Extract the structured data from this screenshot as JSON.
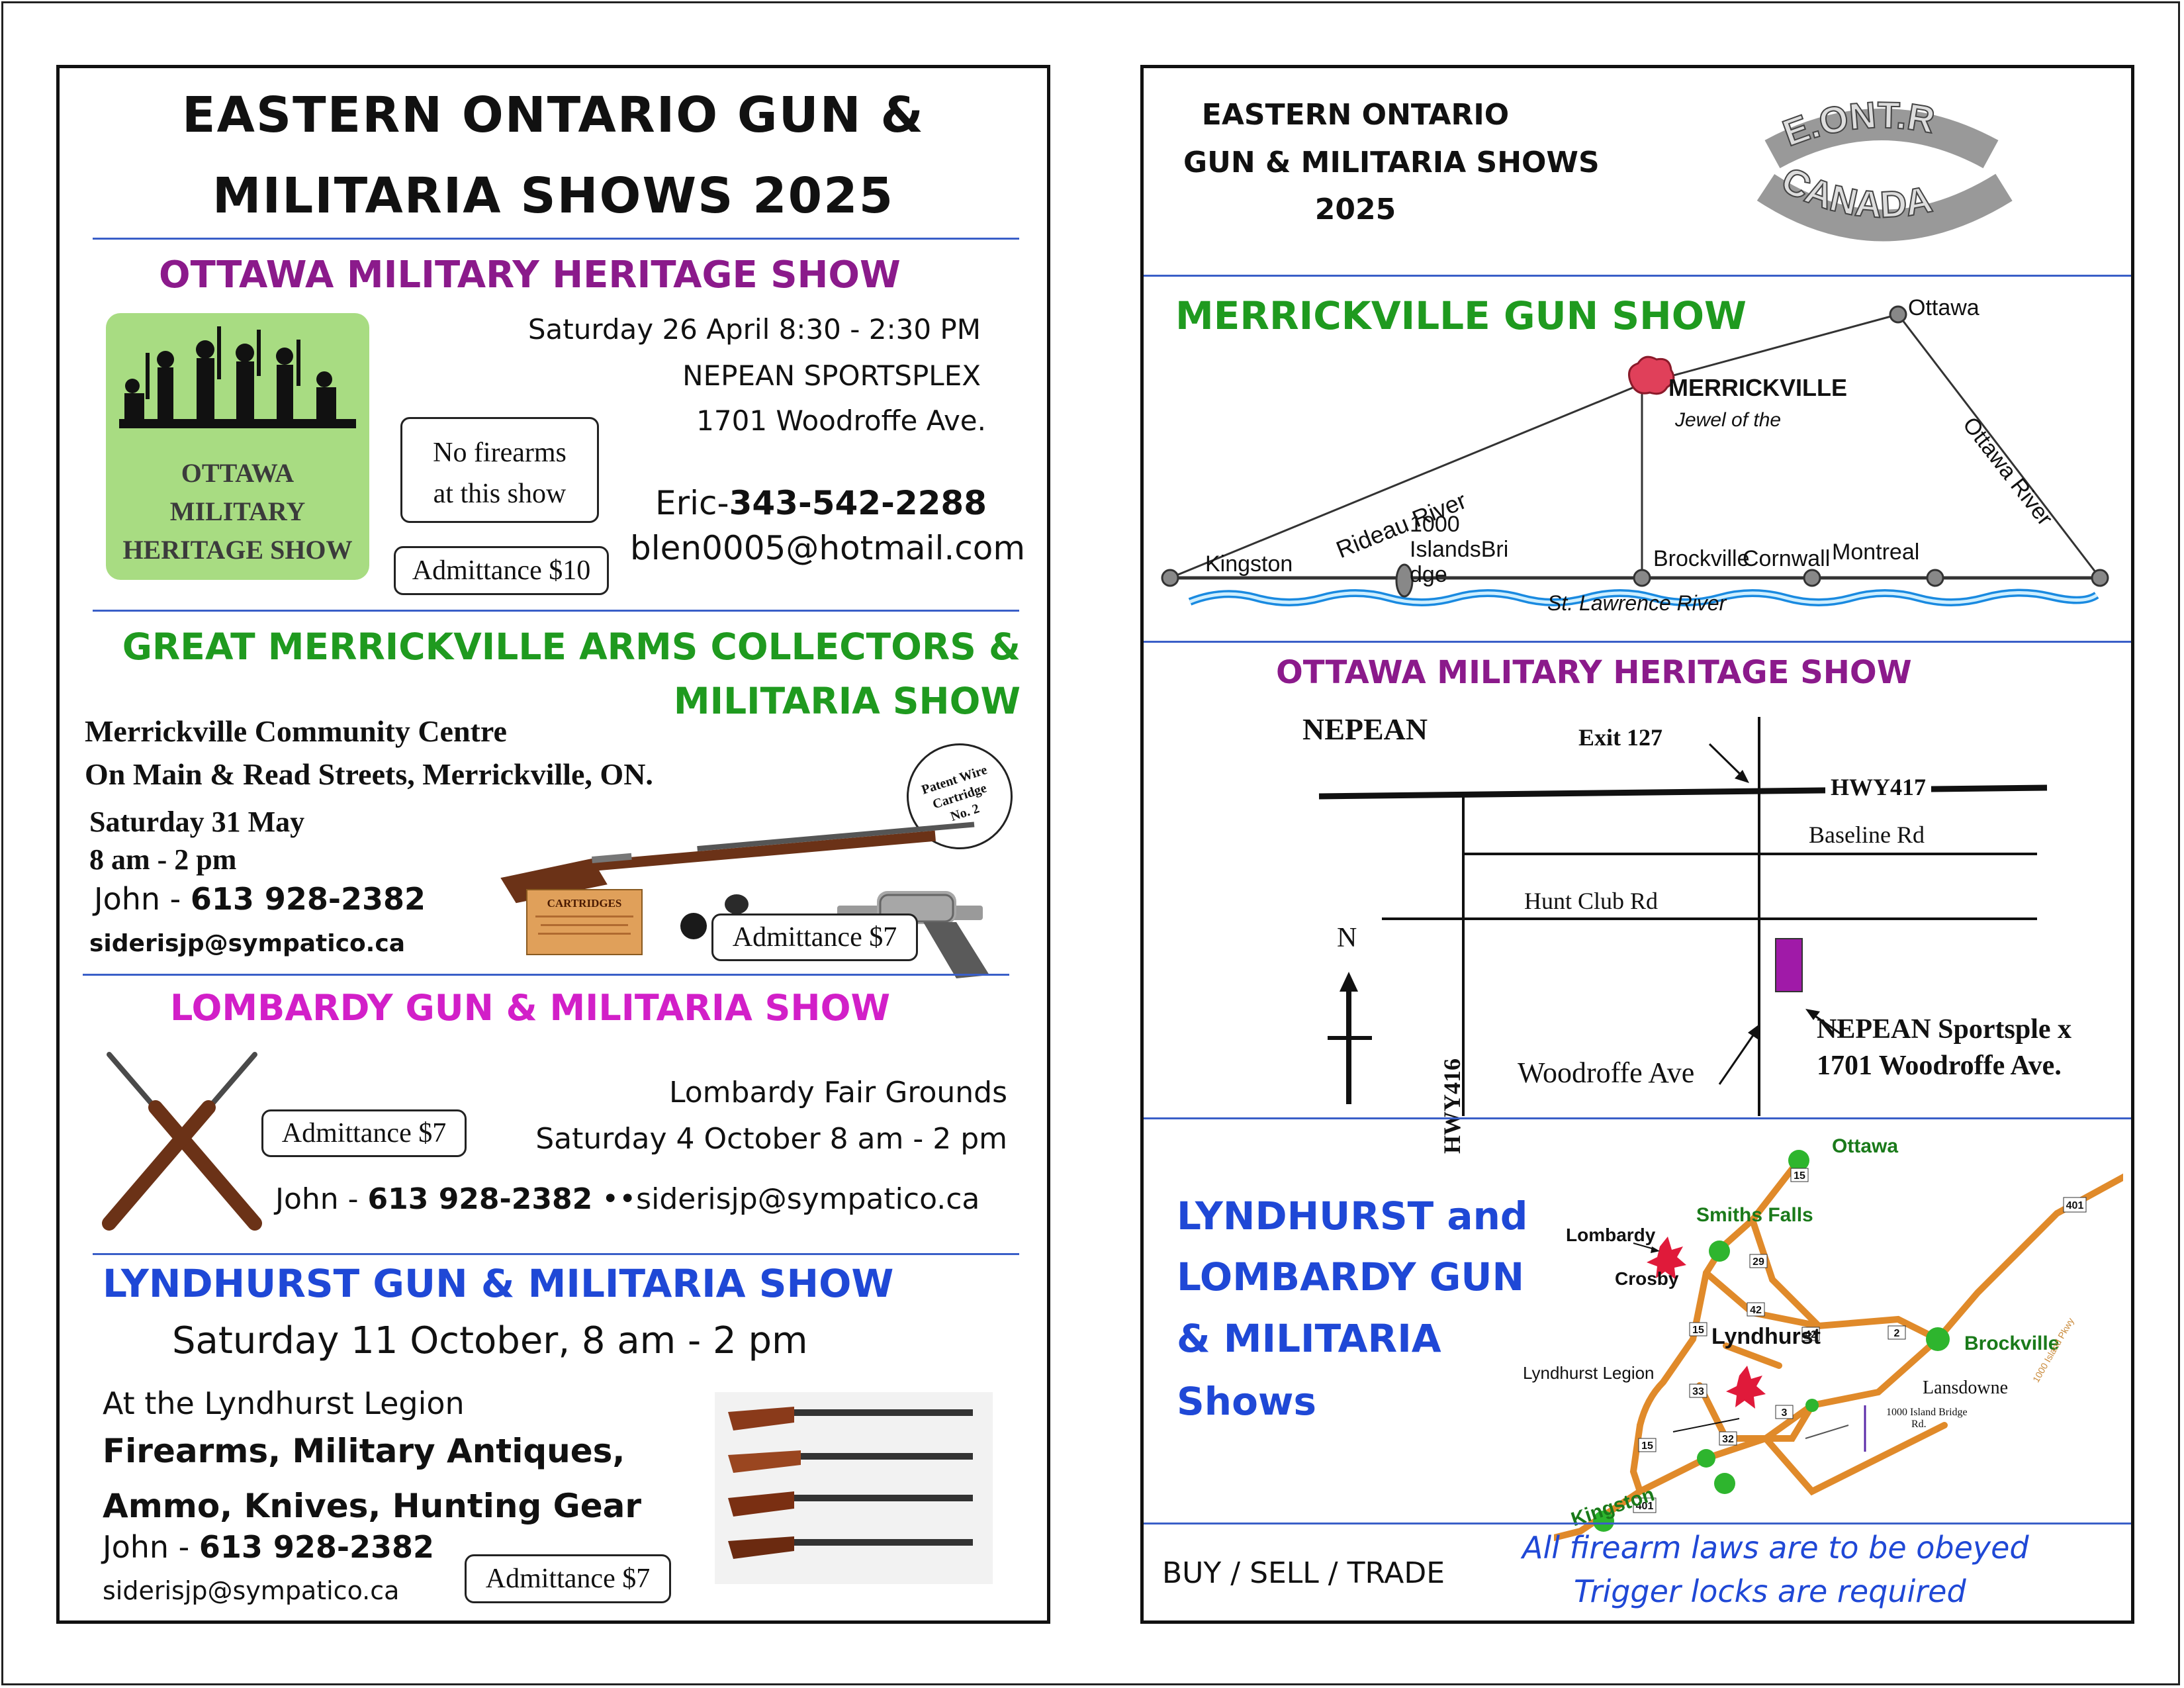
{
  "left": {
    "title_line1": "EASTERN ONTARIO GUN &",
    "title_line2": "MILITARIA SHOWS 2025",
    "ottawa": {
      "heading": "OTTAWA MILITARY HERITAGE SHOW",
      "logo_line1": "OTTAWA",
      "logo_line2": "MILITARY",
      "logo_line3": "HERITAGE SHOW",
      "date": "Saturday 26 April  8:30 - 2:30 PM",
      "venue": "NEPEAN SPORTSPLEX",
      "address": "1701 Woodroffe Ave.",
      "no_firearms_line1": "No firearms",
      "no_firearms_line2": "at this show",
      "contact_name": "Eric-",
      "contact_phone": "343-542-2288",
      "email": "blen0005@hotmail.com",
      "admittance": "Admittance $10"
    },
    "merrickville": {
      "heading_line1": "GREAT MERRICKVILLE ARMS COLLECTORS &",
      "heading_line2": "MILITARIA SHOW",
      "venue": "Merrickville Community Centre",
      "address": "On Main & Read Streets, Merrickville, ON.",
      "date": "Saturday 31 May",
      "time": "8 am - 2 pm",
      "contact_name": "John - ",
      "contact_phone": "613 928-2382",
      "email": "siderisjp@sympatico.ca",
      "admittance": "Admittance $7",
      "stamp_line1": "Patent Wire",
      "stamp_line2": "Cartridge",
      "stamp_line3": "No. 2",
      "box_label": "CARTRIDGES"
    },
    "lombardy": {
      "heading": "LOMBARDY GUN & MILITARIA  SHOW",
      "venue": "Lombardy Fair Grounds",
      "date": "Saturday 4 October 8 am - 2 pm",
      "contact_name": "John - ",
      "contact_phone": "613 928-2382",
      "contact_sep": " ••",
      "email": "siderisjp@sympatico.ca",
      "admittance": "Admittance $7"
    },
    "lyndhurst": {
      "heading": "LYNDHURST GUN & MILITARIA SHOW",
      "date": "Saturday 11 October, 8 am - 2 pm",
      "venue": "At the Lyndhurst Legion",
      "items_line1": "Firearms, Military Antiques,",
      "items_line2": "Ammo, Knives, Hunting Gear",
      "contact_name": "John - ",
      "contact_phone": "613 928-2382",
      "email": "siderisjp@sympatico.ca",
      "admittance": "Admittance $7"
    }
  },
  "right": {
    "title_line1": "EASTERN ONTARIO",
    "title_line2": "GUN & MILITARIA SHOWS",
    "title_line3": "2025",
    "badge_top": "E.ONT.R",
    "badge_bottom": "CANADA",
    "merrickville_map": {
      "heading": "MERRICKVILLE GUN SHOW",
      "ottawa": "Ottawa",
      "ottawa_river": "Ottawa River",
      "merrickville": "MERRICKVILLE",
      "jewel": "Jewel of the",
      "rideau": "Rideau River",
      "kingston": "Kingston",
      "islands_line1": "1000",
      "islands_line2": "IslandsBri",
      "islands_line3": "dge",
      "brockville": "Brockville",
      "cornwall": "Cornwall",
      "montreal": "Montreal",
      "st_lawrence": "St. Lawrence River"
    },
    "nepean_map": {
      "heading": "OTTAWA MILITARY HERITAGE SHOW",
      "nepean": "NEPEAN",
      "exit": "Exit 127",
      "hwy417": "HWY417",
      "baseline": "Baseline Rd",
      "hunt_club": "Hunt Club Rd",
      "north": "N",
      "hwy416": "HWY416",
      "woodroffe": "Woodroffe Ave",
      "sportsplex": "NEPEAN Sportsple x",
      "address": "1701 Woodroffe Ave."
    },
    "lyndhurst_map": {
      "heading_line1": "LYNDHURST and",
      "heading_line2": "LOMBARDY GUN",
      "heading_line3": "& MILITARIA",
      "heading_line4": "Shows",
      "ottawa": "Ottawa",
      "smiths_falls": "Smiths Falls",
      "lombardy": "Lombardy",
      "crosby": "Crosby",
      "lyndhurst": "Lyndhurst",
      "lyndhurst_legion": "Lyndhurst Legion",
      "brockville": "Brockville",
      "lansdowne": "Lansdowne",
      "bridge_rd_line1": "1000 Island Bridge",
      "bridge_rd_line2": "Rd.",
      "kingston": "Kingston",
      "parkway": "1000 Island Pkwy",
      "routes": [
        "15",
        "42",
        "42",
        "15",
        "33",
        "32",
        "15",
        "401",
        "401",
        "3",
        "29",
        "2"
      ]
    },
    "footer": {
      "buy_sell": "BUY / SELL / TRADE",
      "laws": "All firearm laws are to be obeyed",
      "locks": "Trigger locks are required"
    }
  }
}
